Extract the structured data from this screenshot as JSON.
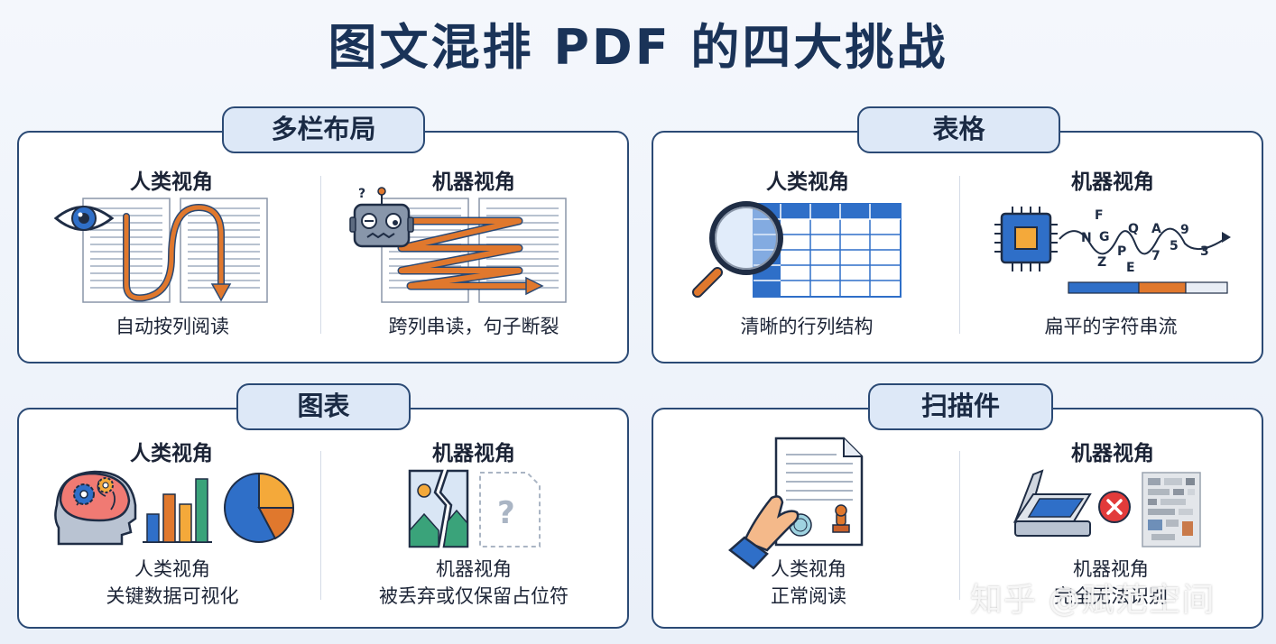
{
  "title": "图文混排 PDF 的四大挑战",
  "panels": {
    "multicolumn": {
      "label": "多栏布局",
      "human": {
        "heading": "人类视角",
        "caption": "自动按列阅读"
      },
      "machine": {
        "heading": "机器视角",
        "caption": "跨列串读，句子断裂"
      }
    },
    "table": {
      "label": "表格",
      "human": {
        "heading": "人类视角",
        "caption": "清晰的行列结构"
      },
      "machine": {
        "heading": "机器视角",
        "caption": "扁平的字符串流",
        "scatter_chars": [
          "F",
          "N",
          "G",
          "Q",
          "A",
          "9",
          "P",
          "5",
          "3",
          "Z",
          "7",
          "E"
        ]
      }
    },
    "chart": {
      "label": "图表",
      "human": {
        "heading": "人类视角",
        "caption_line1": "人类视角",
        "caption_line2": "关键数据可视化"
      },
      "machine": {
        "heading": "机器视角",
        "caption_line1": "机器视角",
        "caption_line2": "被丢弃或仅保留占位符"
      }
    },
    "scan": {
      "label": "扫描件",
      "human": {
        "caption_line1": "人类视角",
        "caption_line2": "正常阅读"
      },
      "machine": {
        "heading": "机器视角",
        "caption_line1": "机器视角",
        "caption_line2": "完全无法识别"
      }
    }
  },
  "watermark": "知乎 @赋范空间",
  "colors": {
    "navy": "#2b4a75",
    "orange": "#e0782d",
    "blue": "#2f6fc8",
    "green": "#3aa37a",
    "red": "#e23b3b"
  }
}
